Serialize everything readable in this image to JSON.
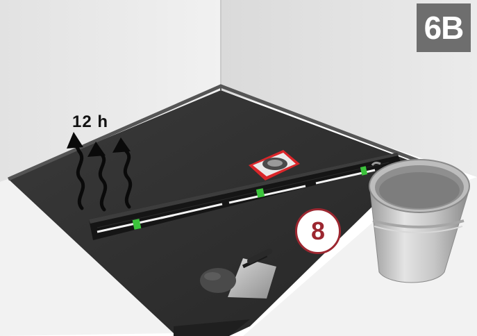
{
  "badge": {
    "label": "6B"
  },
  "drying": {
    "label": "12 h"
  },
  "step": {
    "number": "8"
  },
  "colors": {
    "wall": "#ececec",
    "floor_membrane": "#2e2e2e",
    "badge_bg": "#6e6e6e",
    "step_accent": "#9c2730",
    "level_vial": "#3cc43c",
    "tape_measure": "#d9262a"
  },
  "illustration": {
    "objects": [
      "wall-corner",
      "floor-membrane",
      "spirit-level",
      "tape-measure",
      "trowel",
      "mortar-blob",
      "metal-bucket",
      "heat-arrows"
    ]
  }
}
